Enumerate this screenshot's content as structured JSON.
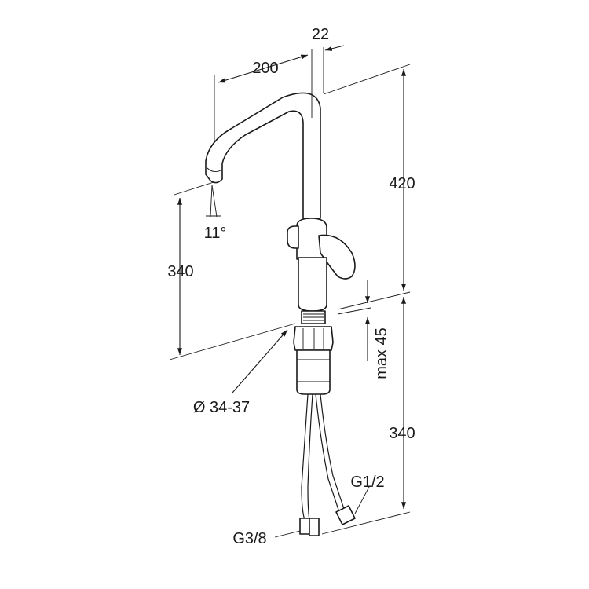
{
  "dimensions": {
    "spout_reach": "200",
    "spout_diameter": "22",
    "total_height": "420",
    "spout_height": "340",
    "spout_angle": "11°",
    "max_thickness": "max 45",
    "hole_diameter": "Ø 34-37",
    "hose_length": "340",
    "connection_hot_cold": "G1/2",
    "connection_thread": "G3/8"
  }
}
